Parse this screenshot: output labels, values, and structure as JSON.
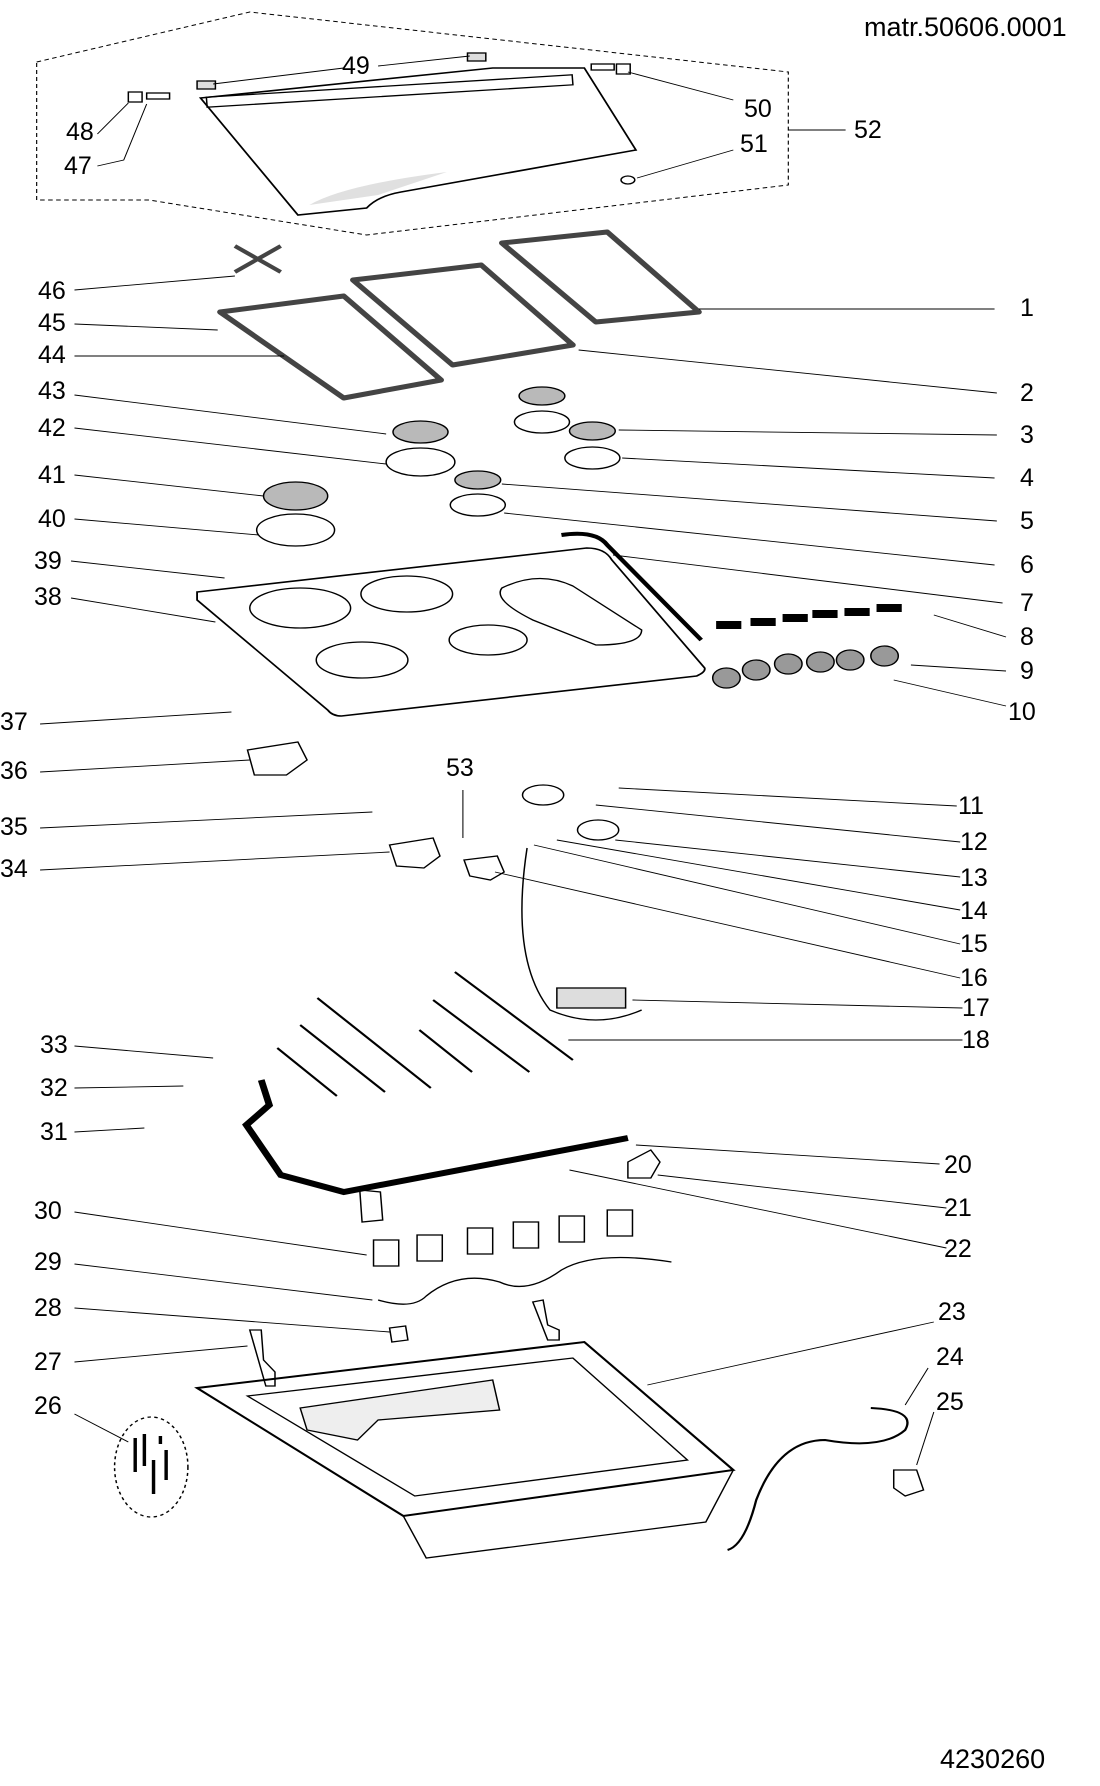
{
  "header": {
    "matr": "matr.50606.0001",
    "drawing_number": "4230260"
  },
  "callouts": [
    {
      "n": "1"
    },
    {
      "n": "2"
    },
    {
      "n": "3"
    },
    {
      "n": "4"
    },
    {
      "n": "5"
    },
    {
      "n": "6"
    },
    {
      "n": "7"
    },
    {
      "n": "8"
    },
    {
      "n": "9"
    },
    {
      "n": "10"
    },
    {
      "n": "11"
    },
    {
      "n": "12"
    },
    {
      "n": "13"
    },
    {
      "n": "14"
    },
    {
      "n": "15"
    },
    {
      "n": "16"
    },
    {
      "n": "17"
    },
    {
      "n": "18"
    },
    {
      "n": "20"
    },
    {
      "n": "21"
    },
    {
      "n": "22"
    },
    {
      "n": "23"
    },
    {
      "n": "24"
    },
    {
      "n": "25"
    },
    {
      "n": "26"
    },
    {
      "n": "27"
    },
    {
      "n": "28"
    },
    {
      "n": "29"
    },
    {
      "n": "30"
    },
    {
      "n": "31"
    },
    {
      "n": "32"
    },
    {
      "n": "33"
    },
    {
      "n": "34"
    },
    {
      "n": "35"
    },
    {
      "n": "36"
    },
    {
      "n": "37"
    },
    {
      "n": "38"
    },
    {
      "n": "39"
    },
    {
      "n": "40"
    },
    {
      "n": "41"
    },
    {
      "n": "42"
    },
    {
      "n": "43"
    },
    {
      "n": "44"
    },
    {
      "n": "45"
    },
    {
      "n": "46"
    },
    {
      "n": "47"
    },
    {
      "n": "48"
    },
    {
      "n": "49"
    },
    {
      "n": "50"
    },
    {
      "n": "51"
    },
    {
      "n": "52"
    },
    {
      "n": "53"
    }
  ],
  "colors": {
    "line": "#000000",
    "fill_gray": "#b9b9b9",
    "grate_gray": "#8c8c8c"
  }
}
